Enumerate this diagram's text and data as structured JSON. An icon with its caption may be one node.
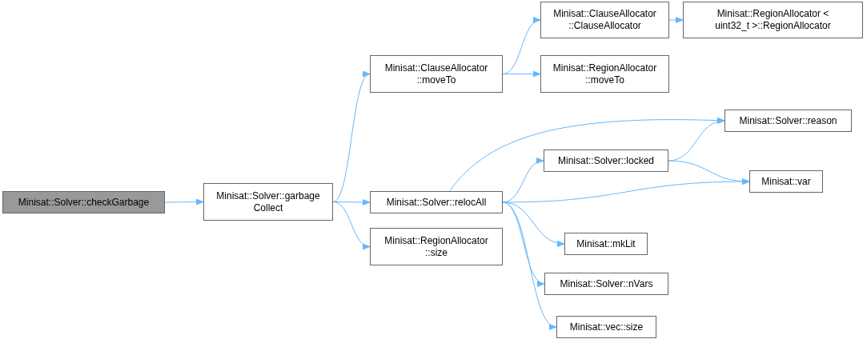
{
  "diagram": {
    "nodes": [
      {
        "text": [
          "Minisat::Solver::checkGarbage"
        ]
      },
      {
        "text": [
          "Minisat::Solver::garbage Collect"
        ]
      },
      {
        "text": [
          "Minisat::ClauseAllocator ::moveTo"
        ]
      },
      {
        "text": [
          "Minisat::ClauseAllocator ::ClauseAllocator"
        ]
      },
      {
        "text": [
          "Minisat::RegionAllocator < uint32_t >::RegionAllocator"
        ]
      },
      {
        "text": [
          "Minisat::RegionAllocator ::moveTo"
        ]
      },
      {
        "text": [
          "Minisat::Solver::relocAll"
        ]
      },
      {
        "text": [
          "Minisat::Solver::reason"
        ]
      },
      {
        "text": [
          "Minisat::Solver::locked"
        ]
      },
      {
        "text": [
          "Minisat::var"
        ]
      },
      {
        "text": [
          "Minisat::mkLit"
        ]
      },
      {
        "text": [
          "Minisat::Solver::nVars"
        ]
      },
      {
        "text": [
          "Minisat::vec::size"
        ]
      },
      {
        "text": [
          "Minisat::RegionAllocator ::size"
        ]
      }
    ],
    "edges": [
      {
        "from": 0,
        "to": 1,
        "arrow": "to"
      },
      {
        "from": 1,
        "to": 2,
        "arrow": "to"
      },
      {
        "from": 2,
        "to": 3,
        "arrow": "to"
      },
      {
        "from": 3,
        "to": 4,
        "arrow": "to"
      },
      {
        "from": 2,
        "to": 5,
        "arrow": "to"
      },
      {
        "from": 1,
        "to": 6,
        "arrow": "to"
      },
      {
        "from": 1,
        "to": 13,
        "arrow": "to"
      },
      {
        "from": 6,
        "to": 7,
        "arrow": "to"
      },
      {
        "from": 6,
        "to": 8,
        "arrow": "to"
      },
      {
        "from": 8,
        "to": 7,
        "arrow": "to"
      },
      {
        "from": 8,
        "to": 9,
        "arrow": "to"
      },
      {
        "from": 6,
        "to": 9,
        "arrow": "to"
      },
      {
        "from": 6,
        "to": 10,
        "arrow": "to"
      },
      {
        "from": 6,
        "to": 11,
        "arrow": "to"
      },
      {
        "from": 6,
        "to": 12,
        "arrow": "to"
      }
    ]
  }
}
